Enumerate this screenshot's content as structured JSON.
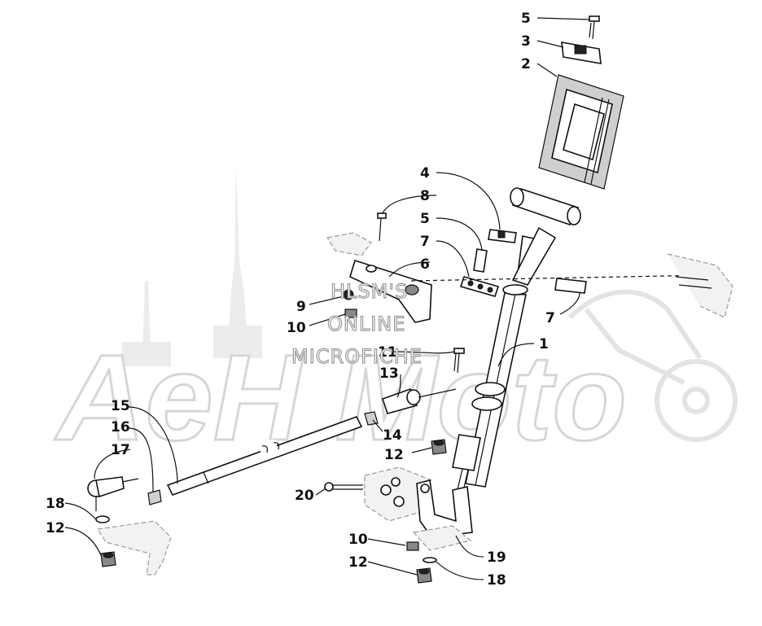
{
  "watermark": {
    "line1": "HLSM'S",
    "line2": "ONLINE",
    "line3": "MICROFICHE",
    "brand": "AeH Moto"
  },
  "callouts": {
    "c5_top": "5",
    "c3": "3",
    "c2": "2",
    "c4": "4",
    "c8": "8",
    "c5_mid": "5",
    "c7_left": "7",
    "c6": "6",
    "c9": "9",
    "c10_left": "10",
    "c7_right": "7",
    "c1": "1",
    "c11": "11",
    "c13": "13",
    "c15": "15",
    "c16": "16",
    "c17": "17",
    "c14": "14",
    "c12_mid": "12",
    "c20": "20",
    "c18_left": "18",
    "c12_left": "12",
    "c10_bottom": "10",
    "c19": "19",
    "c12_bottom": "12",
    "c18_bottom": "18"
  }
}
